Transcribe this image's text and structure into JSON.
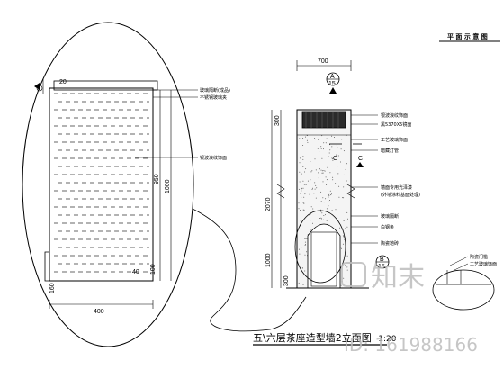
{
  "top_title": "平 面 示 意 图",
  "main_title": "五\\六层茶座造型墙2立面图",
  "main_title_scale": "1:20",
  "left_elevation": {
    "dims": {
      "top": "20",
      "height_950": "950",
      "height_1000": "1000",
      "d40": "40",
      "d100": "100",
      "d160": "160",
      "width": "400"
    },
    "notes": [
      "玻璃隔断(成品)",
      "不锈钢玻璃夹",
      "银波浪纹饰面"
    ]
  },
  "right_elevation": {
    "dims": {
      "width": "700",
      "top_300": "300",
      "height_2070": "2070",
      "h1000": "1000",
      "bottom_300": "300"
    },
    "section_symbols": [
      {
        "letter": "A",
        "sheet": "15"
      },
      {
        "letter": "B",
        "sheet": "15"
      },
      {
        "letter": "C",
        "sheet": ""
      }
    ],
    "notes": [
      "银波浪纹饰面",
      "黑5370X5镜面",
      "工艺玻璃饰面",
      "暗藏灯管",
      "墙面专用光泽漆",
      "(外墙涂料基面处理)",
      "玻璃隔断",
      "白钢条",
      "陶瓷地砖",
      "陶瓷门槛",
      "工艺玻璃饰面"
    ]
  },
  "watermark": {
    "brand": "知末",
    "id": "ID: 161988166"
  }
}
